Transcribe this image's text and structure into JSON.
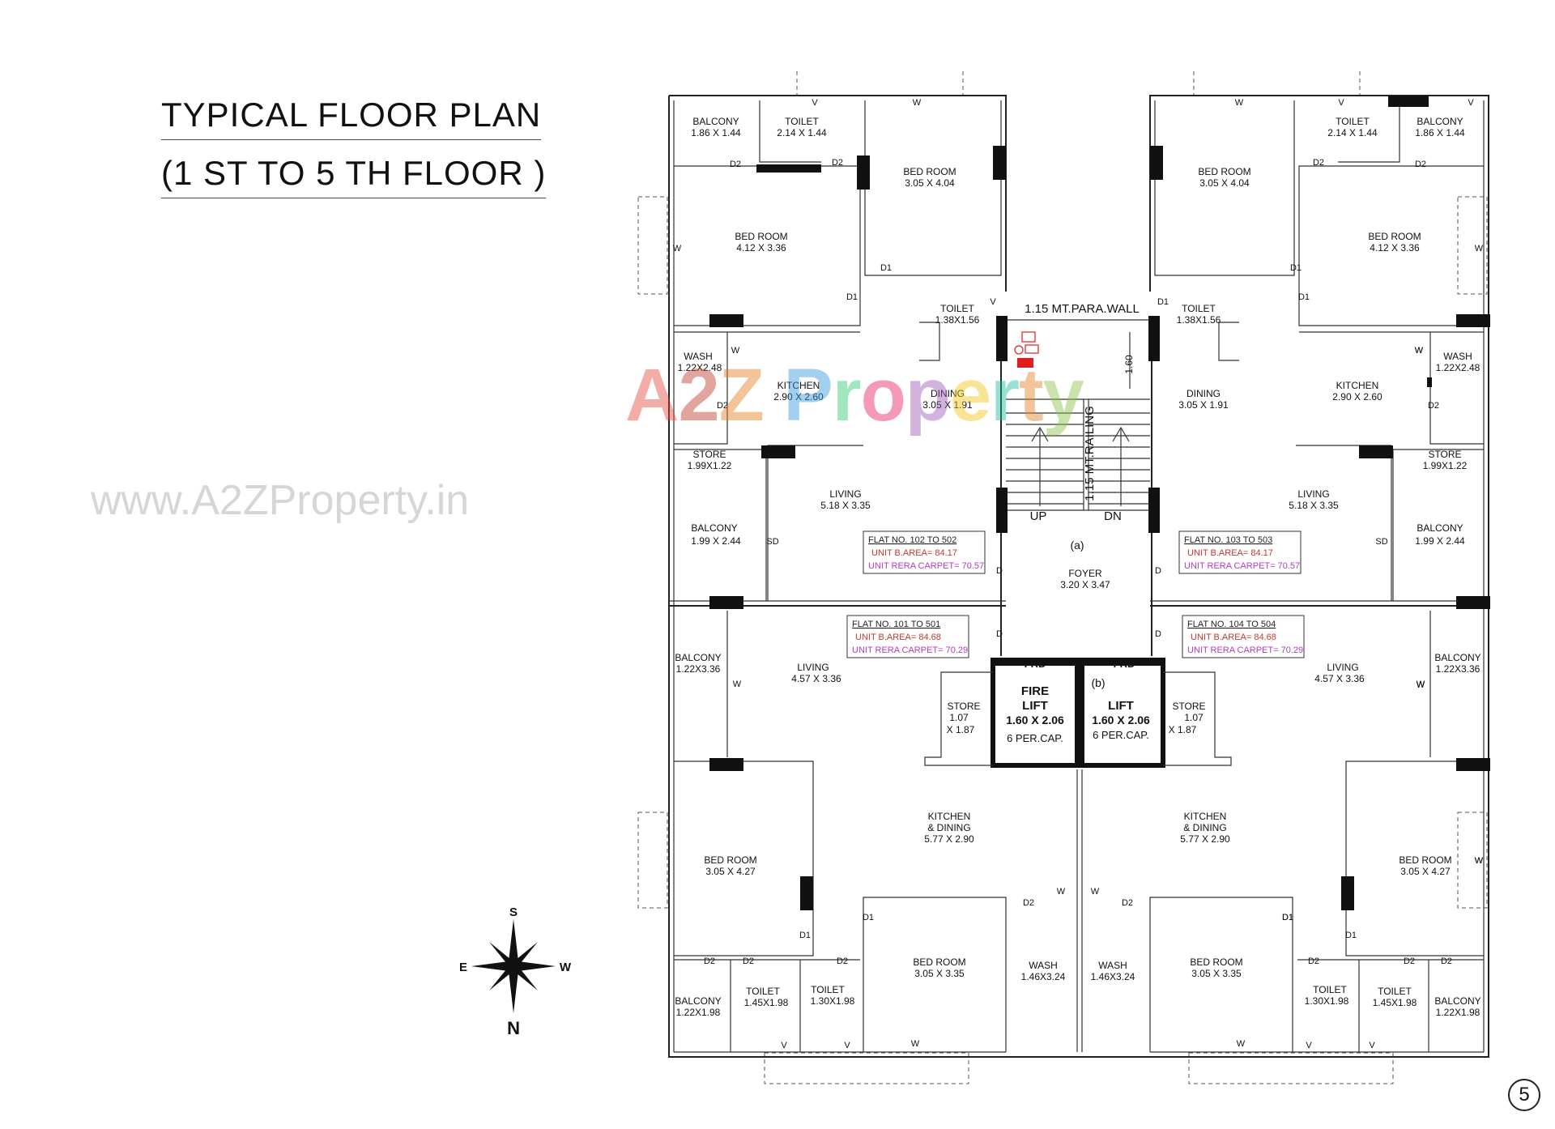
{
  "title": {
    "line1": "TYPICAL FLOOR PLAN",
    "line2": "(1 ST TO 5 TH FLOOR )"
  },
  "watermark": {
    "site": "www.A2ZProperty.in",
    "brand": "A2Z Property"
  },
  "page_number": "5",
  "compass": {
    "top": "S",
    "bottom": "N",
    "left": "E",
    "right": "W"
  },
  "core": {
    "para_wall": "1.15 MT.PARA.WALL",
    "railing": "1.15 MT.RAILING",
    "stair_width": "1.60",
    "up": "UP",
    "dn": "DN",
    "marker_a": "(a)",
    "marker_b": "(b)",
    "foyer_name": "FOYER",
    "foyer_size": "3.20 X 3.47",
    "frd": "FRD",
    "fire_lift": {
      "l1": "FIRE",
      "l2": "LIFT",
      "l3": "1.60 X 2.06",
      "l4": "6 PER.CAP."
    },
    "lift": {
      "l1": "LIFT",
      "l2": "1.60 X 2.06",
      "l3": "6 PER.CAP."
    }
  },
  "rooms": [
    {
      "name": "BALCONY",
      "size": "1.86 X 1.44"
    },
    {
      "name": "TOILET",
      "size": "2.14 X 1.44"
    },
    {
      "name": "BED ROOM",
      "size": "3.05 X 4.04"
    },
    {
      "name": "BED ROOM",
      "size": "4.12 X 3.36"
    },
    {
      "name": "TOILET",
      "size": "1.38X1.56"
    },
    {
      "name": "WASH",
      "size": "1.22X2.48"
    },
    {
      "name": "KITCHEN",
      "size": "2.90 X 2.60"
    },
    {
      "name": "DINING",
      "size": "3.05 X 1.91"
    },
    {
      "name": "STORE",
      "size": "1.99X1.22"
    },
    {
      "name": "LIVING",
      "size": "5.18 X 3.35"
    },
    {
      "name": "BALCONY",
      "size": "1.99 X 2.44"
    },
    {
      "name": "BALCONY",
      "size": "1.22X3.36"
    },
    {
      "name": "LIVING",
      "size": "4.57 X 3.36"
    },
    {
      "name": "STORE",
      "size": "1.07",
      "size2": "X 1.87"
    },
    {
      "name": "BED ROOM",
      "size": "3.05 X 4.27"
    },
    {
      "name": "KITCHEN",
      "name2": "& DINING",
      "size": "5.77 X 2.90"
    },
    {
      "name": "BED ROOM",
      "size": "3.05 X 3.35"
    },
    {
      "name": "WASH",
      "size": "1.46X3.24"
    },
    {
      "name": "TOILET",
      "size": "1.45X1.98"
    },
    {
      "name": "TOILET",
      "size": "1.30X1.98"
    },
    {
      "name": "BALCONY",
      "size": "1.22X1.98"
    },
    {
      "name": "BED ROOM",
      "size": "3.05 X 4.04"
    },
    {
      "name": "TOILET",
      "size": "2.14 X 1.44"
    },
    {
      "name": "BALCONY",
      "size": "1.86 X 1.44"
    },
    {
      "name": "BED ROOM",
      "size": "4.12 X 3.36"
    },
    {
      "name": "TOILET",
      "size": "1.38X1.56"
    },
    {
      "name": "DINING",
      "size": "3.05 X 1.91"
    },
    {
      "name": "KITCHEN",
      "size": "2.90 X 2.60"
    },
    {
      "name": "WASH",
      "size": "1.22X2.48"
    },
    {
      "name": "STORE",
      "size": "1.99X1.22"
    },
    {
      "name": "LIVING",
      "size": "5.18 X 3.35"
    },
    {
      "name": "BALCONY",
      "size": "1.99 X 2.44"
    },
    {
      "name": "LIVING",
      "size": "4.57 X 3.36"
    },
    {
      "name": "BALCONY",
      "size": "1.22X3.36"
    },
    {
      "name": "STORE",
      "size": "1.07",
      "size2": "X 1.87"
    },
    {
      "name": "BED ROOM",
      "size": "3.05 X 4.27"
    },
    {
      "name": "KITCHEN",
      "name2": "& DINING",
      "size": "5.77 X 2.90"
    },
    {
      "name": "WASH",
      "size": "1.46X3.24"
    },
    {
      "name": "BED ROOM",
      "size": "3.05 X 3.35"
    },
    {
      "name": "TOILET",
      "size": "1.30X1.98"
    },
    {
      "name": "TOILET",
      "size": "1.45X1.98"
    },
    {
      "name": "BALCONY",
      "size": "1.22X1.98"
    }
  ],
  "flats": [
    {
      "no": "FLAT NO. 102 TO 502",
      "area": "UNIT B.AREA= 84.17",
      "rera": "UNIT RERA CARPET= 70.57"
    },
    {
      "no": "FLAT NO. 103 TO 503",
      "area": "UNIT B.AREA= 84.17",
      "rera": "UNIT RERA CARPET= 70.57"
    },
    {
      "no": "FLAT NO. 101 TO 501",
      "area": "UNIT B.AREA= 84.68",
      "rera": "UNIT RERA CARPET= 70.29"
    },
    {
      "no": "FLAT NO. 104 TO 504",
      "area": "UNIT B.AREA= 84.68",
      "rera": "UNIT RERA CARPET= 70.29"
    }
  ],
  "door_labels": [
    "V",
    "W",
    "D2",
    "D2",
    "D1",
    "D1",
    "V",
    "W",
    "D2",
    "SD",
    "W",
    "W",
    "D1",
    "D1",
    "D2",
    "D2",
    "D2",
    "V",
    "V",
    "W",
    "W",
    "D2",
    "D1",
    "V",
    "W",
    "D2",
    "D2",
    "D1",
    "D1",
    "W",
    "D2",
    "SD",
    "D",
    "D",
    "D",
    "D",
    "W",
    "W",
    "W",
    "D1",
    "D1",
    "D2",
    "D2",
    "D2",
    "V",
    "V",
    "W",
    "W",
    "D2",
    "D1",
    "V",
    "W",
    "W",
    "W"
  ],
  "colors": {
    "wall": "#222222",
    "column": "#111111",
    "flat_area": "#c0392b",
    "flat_rera": "#b03cc0",
    "fire_equipment": "#e02020"
  }
}
